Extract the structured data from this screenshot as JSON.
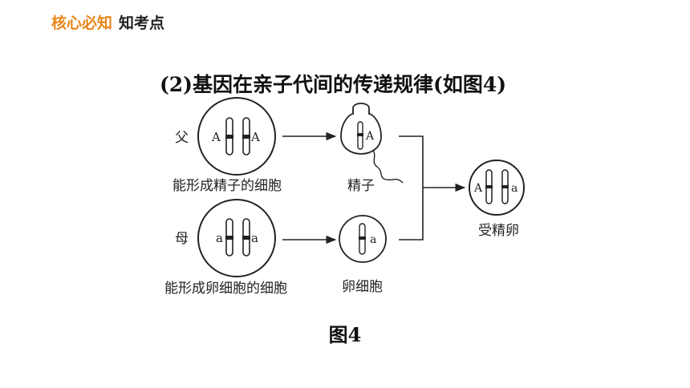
{
  "header": {
    "section": "核心必知",
    "sub": "知考点"
  },
  "title": "(2)基因在亲子代间的传递规律(如图4)",
  "diagram": {
    "father_label": "父",
    "mother_label": "母",
    "father_cell_label": "能形成精子的细胞",
    "mother_cell_label": "能形成卵细胞的细胞",
    "sperm_label": "精子",
    "egg_label": "卵细胞",
    "zygote_label": "受精卵",
    "allele_A": "A",
    "allele_a": "a"
  },
  "caption": "图4"
}
